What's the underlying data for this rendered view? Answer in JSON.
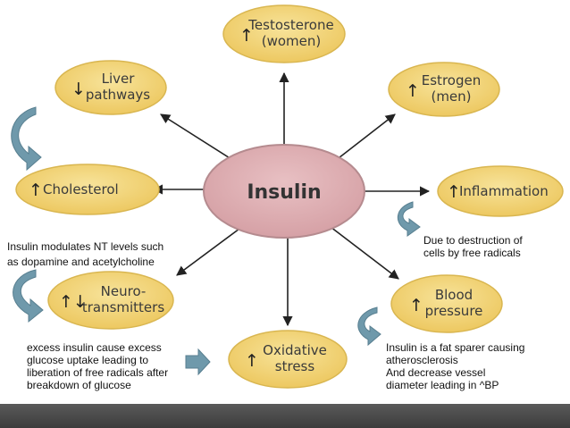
{
  "center": {
    "label": "Insulin"
  },
  "nodes": {
    "testosterone": {
      "arrow": "↑",
      "lines": [
        "Testosterone",
        "(women)"
      ]
    },
    "estrogen": {
      "arrow": "↑",
      "lines": [
        "Estrogen",
        "(men)"
      ]
    },
    "liver": {
      "arrow": "↓",
      "lines": [
        "Liver",
        "pathways"
      ]
    },
    "cholesterol": {
      "arrow": "↑",
      "lines": [
        "Cholesterol"
      ]
    },
    "inflammation": {
      "arrow": "↑",
      "lines": [
        "Inflammation"
      ]
    },
    "neuro": {
      "arrow": "↑↓",
      "lines": [
        "Neuro-",
        "transmitters"
      ]
    },
    "oxidative": {
      "arrow": "↑",
      "lines": [
        "Oxidative",
        "stress"
      ]
    },
    "blood": {
      "arrow": "↑",
      "lines": [
        "Blood",
        "pressure"
      ]
    }
  },
  "notes": {
    "neurotransmitters": [
      "Insulin modulates NT levels such",
      "as dopamine and acetylcholine"
    ],
    "inflammation": [
      "Due to destruction of",
      "cells by free radicals"
    ],
    "oxidative": [
      "excess insulin cause excess",
      "glucose uptake leading to",
      "liberation of free radicals after",
      "breakdown of glucose"
    ],
    "blood_pressure": [
      "Insulin is a fat sparer causing",
      "atherosclerosis",
      "And decrease vessel",
      "diameter leading in ^BP"
    ]
  },
  "colors": {
    "node_fill": "#f2d477",
    "node_stroke": "#d9b650",
    "center_fill": "#ddadb1",
    "center_stroke": "#b58b8f",
    "callout_arrow": "#6f99ab",
    "footer": "#4a4a4a"
  }
}
